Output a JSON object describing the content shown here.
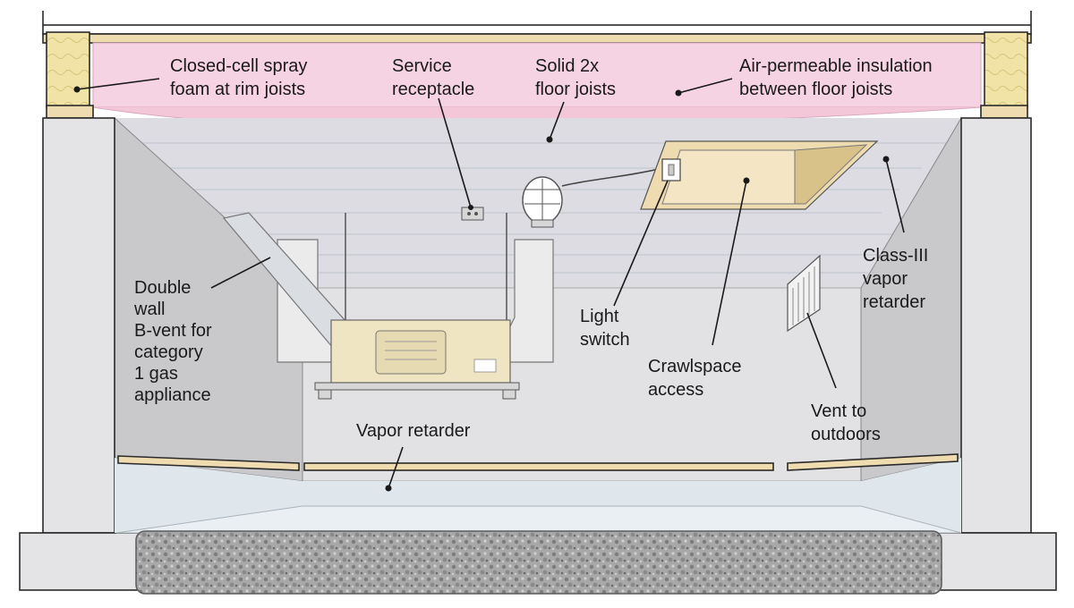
{
  "labels": {
    "spray_foam": [
      "Closed-cell spray",
      "foam at rim joists"
    ],
    "receptacle": [
      "Service",
      "receptacle"
    ],
    "floor_joists": [
      "Solid 2x",
      "floor joists"
    ],
    "insulation": [
      "Air-permeable insulation",
      "between floor joists"
    ],
    "bvent": [
      "Double",
      "wall",
      "B-vent for",
      "category",
      "1 gas",
      "appliance"
    ],
    "light_switch": [
      "Light",
      "switch"
    ],
    "crawlspace_access": [
      "Crawlspace",
      "access"
    ],
    "class3": [
      "Class-III",
      "vapor",
      "retarder"
    ],
    "vent_outdoors": [
      "Vent to",
      "outdoors"
    ],
    "vapor_retarder": [
      "Vapor retarder"
    ]
  },
  "colors": {
    "insulation_pink": "#f6d3e2",
    "wood": "#eedcb0",
    "concrete": "#e4e4e6",
    "interior_wall": "#c9c9cc",
    "back_wall": "#e2e2e4",
    "subfloor": "#dcdce2",
    "vapor_film": "#dfe6ec",
    "gravel": "#9a9a9a",
    "furnace": "#f0e5c2"
  },
  "icons": [
    "light-fixture-icon",
    "service-receptacle-icon",
    "light-switch-icon",
    "vent-grille-icon",
    "furnace-unit"
  ]
}
